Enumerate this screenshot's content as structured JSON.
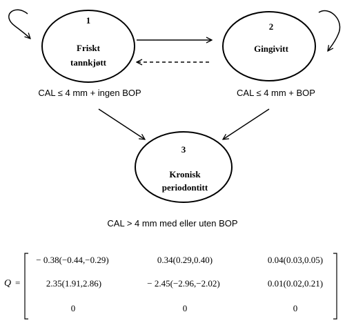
{
  "states": [
    {
      "number": "1",
      "name_lines": [
        "Friskt",
        "tannkjøtt"
      ],
      "condition": "CAL ≤ 4 mm + ingen BOP"
    },
    {
      "number": "2",
      "name_lines": [
        "Gingivitt"
      ],
      "condition": "CAL ≤ 4 mm + BOP"
    },
    {
      "number": "3",
      "name_lines": [
        "Kronisk",
        "periodontitt"
      ],
      "condition": "CAL > 4 mm med eller uten BOP"
    }
  ],
  "transitions": [
    {
      "from": "1",
      "to": "1",
      "style": "solid"
    },
    {
      "from": "2",
      "to": "2",
      "style": "solid"
    },
    {
      "from": "1",
      "to": "2",
      "style": "solid"
    },
    {
      "from": "2",
      "to": "1",
      "style": "dashed"
    },
    {
      "from": "1",
      "to": "3",
      "style": "solid"
    },
    {
      "from": "2",
      "to": "3",
      "style": "solid"
    }
  ],
  "matrix": {
    "label": "Q",
    "equals": "=",
    "rows": [
      [
        "− 0.38(−0.44,−0.29)",
        "0.34(0.29,0.40)",
        "0.04(0.03,0.05)"
      ],
      [
        "2.35(1.91,2.86)",
        "− 2.45(−2.96,−2.02)",
        "0.01(0.02,0.21)"
      ],
      [
        "0",
        "0",
        "0"
      ]
    ]
  },
  "colors": {
    "stroke": "#000000",
    "background": "#ffffff"
  }
}
